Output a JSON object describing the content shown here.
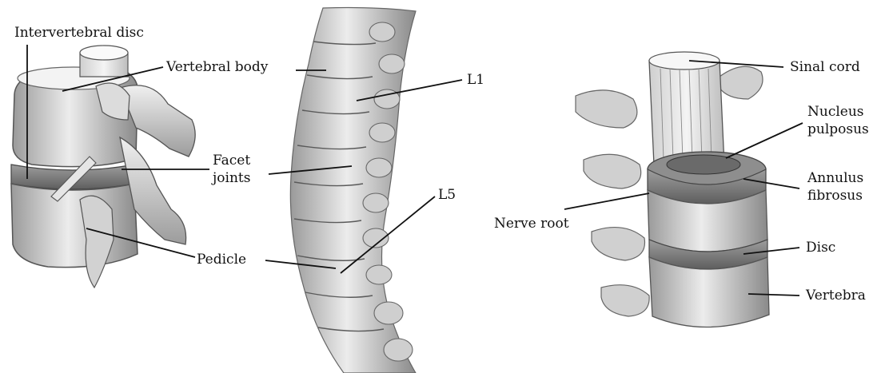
{
  "colors": {
    "background": "#ffffff",
    "ink": "#111111",
    "bone_light": "#e9e9e9",
    "bone_mid": "#b9b9b9",
    "bone_dark": "#6e6e6e",
    "disc": "#8c8c8c"
  },
  "panels": {
    "left": {
      "labels": {
        "intervertebral_disc": "Intervertebral disc",
        "vertebral_body": "Vertebral body",
        "facet_line1": "Facet",
        "facet_line2": "joints",
        "pedicle": "Pedicle"
      }
    },
    "middle": {
      "labels": {
        "l1": "L1",
        "l5": "L5"
      }
    },
    "right": {
      "labels": {
        "spinal_cord": "Sinal cord",
        "nucleus_line1": "Nucleus",
        "nucleus_line2": "pulposus",
        "annulus_line1": "Annulus",
        "annulus_line2": "fibrosus",
        "nerve_root": "Nerve root",
        "disc": "Disc",
        "vertebra": "Vertebra"
      }
    }
  }
}
